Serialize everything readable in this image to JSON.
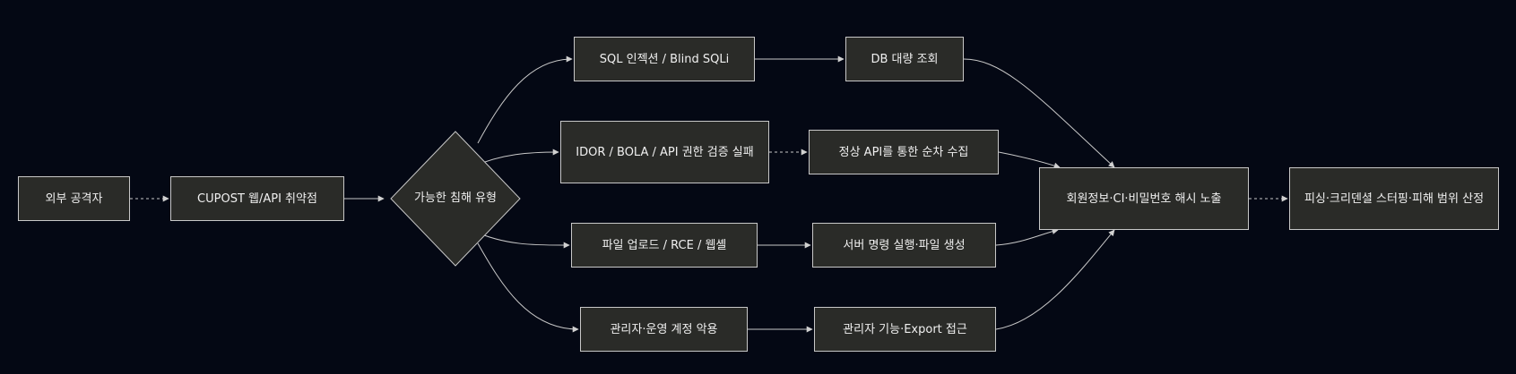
{
  "nodes": {
    "attacker": "외부 공격자",
    "vuln": "CUPOST 웹/API 취약점",
    "decision": "가능한 침해 유형",
    "sqli": "SQL 인젝션 / Blind SQLi",
    "idor": "IDOR / BOLA / API 권한 검증 실패",
    "upload": "파일 업로드 / RCE / 웹셸",
    "admin": "관리자·운영 계정 악용",
    "db_dump": "DB 대량 조회",
    "api_collect": "정상 API를 통한 순차 수집",
    "server_exec": "서버 명령 실행·파일 생성",
    "admin_export": "관리자 기능·Export 접근",
    "exposure": "회원정보·CI·비밀번호 해시 노출",
    "impact": "피싱·크리덴셜 스터핑·피해 범위 산정"
  },
  "colors": {
    "background": "#040814",
    "node_fill": "#2a2b28",
    "node_border": "#c8c8c8",
    "edge": "#c8c8c8",
    "text": "#f0f0f0"
  }
}
